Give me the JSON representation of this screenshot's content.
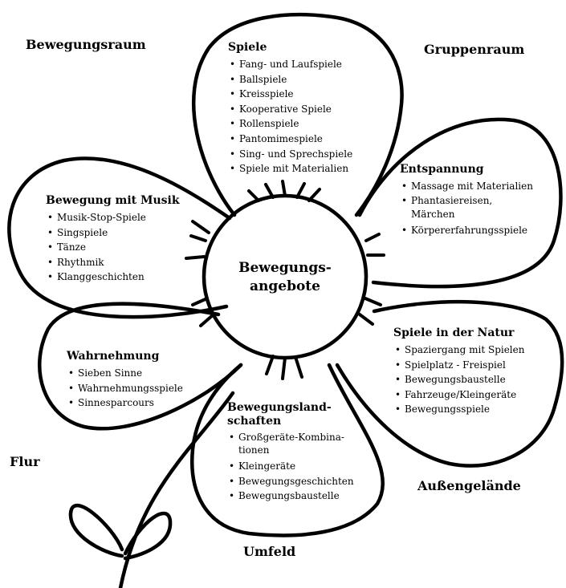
{
  "center_label": "Bewegungs-\nangebote",
  "rooms": {
    "bewegungsraum": "Bewegungsraum",
    "gruppenraum": "Gruppenraum",
    "flur": "Flur",
    "aussengelaende": "Außengelände",
    "umfeld": "Umfeld"
  },
  "petals": {
    "spiele": {
      "title": "Spiele",
      "items": [
        "Fang- und Laufspiele",
        "Ballspiele",
        "Kreisspiele",
        "Kooperative Spiele",
        "Rollenspiele",
        "Pantomimespiele",
        "Sing- und Sprechspiele",
        "Spiele mit Materialien"
      ]
    },
    "entspannung": {
      "title": "Entspannung",
      "items": [
        "Massage mit Materialien",
        "Phantasiereisen,\nMärchen",
        "Körpererfahrungsspiele"
      ]
    },
    "musik": {
      "title": "Bewegung mit Musik",
      "items": [
        "Musik-Stop-Spiele",
        "Singspiele",
        "Tänze",
        "Rhythmik",
        "Klanggeschichten"
      ]
    },
    "natur": {
      "title": "Spiele in der Natur",
      "items": [
        "Spaziergang mit Spielen",
        "Spielplatz - Freispiel",
        "Bewegungsbaustelle",
        "Fahrzeuge/Kleingeräte",
        "Bewegungsspiele"
      ]
    },
    "wahrnehmung": {
      "title": "Wahrnehmung",
      "items": [
        "Sieben Sinne",
        "Wahrnehmungsspiele",
        "Sinnesparcours"
      ]
    },
    "landschaften": {
      "title": "Bewegungsland-\nschaften",
      "items": [
        "Großgeräte-Kombina-\ntionen",
        "Kleingeräte",
        "Bewegungsgeschichten",
        "Bewegungsbaustelle"
      ]
    }
  }
}
